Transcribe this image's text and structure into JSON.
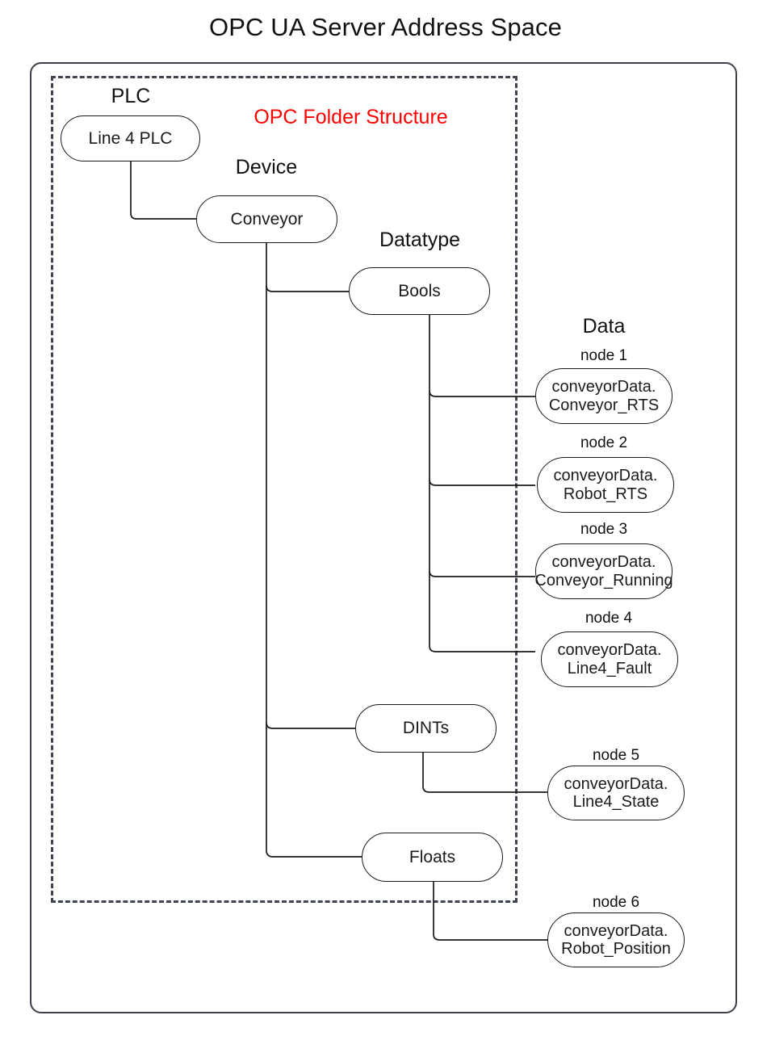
{
  "title": "OPC UA Server Address Space",
  "structure_label": "OPC Folder Structure",
  "colors": {
    "structure_label": "#ff0000",
    "frame": "#3b4049",
    "dashed_frame": "#3f4551",
    "node_stroke": "#1b1b1b",
    "text": "#111111",
    "background": "#ffffff"
  },
  "column_labels": {
    "plc": "PLC",
    "device": "Device",
    "datatype": "Datatype",
    "data": "Data"
  },
  "nodes": {
    "plc": {
      "label": "Line 4 PLC"
    },
    "device": {
      "label": "Conveyor"
    },
    "datatypes": [
      {
        "label": "Bools"
      },
      {
        "label": "DINTs"
      },
      {
        "label": "Floats"
      }
    ],
    "data": [
      {
        "caption": "node 1",
        "line1": "conveyorData.",
        "line2": "Conveyor_RTS"
      },
      {
        "caption": "node 2",
        "line1": "conveyorData.",
        "line2": "Robot_RTS"
      },
      {
        "caption": "node 3",
        "line1": "conveyorData.",
        "line2": "Conveyor_Running"
      },
      {
        "caption": "node 4",
        "line1": "conveyorData.",
        "line2": "Line4_Fault"
      },
      {
        "caption": "node 5",
        "line1": "conveyorData.",
        "line2": "Line4_State"
      },
      {
        "caption": "node 6",
        "line1": "conveyorData.",
        "line2": "Robot_Position"
      }
    ]
  }
}
